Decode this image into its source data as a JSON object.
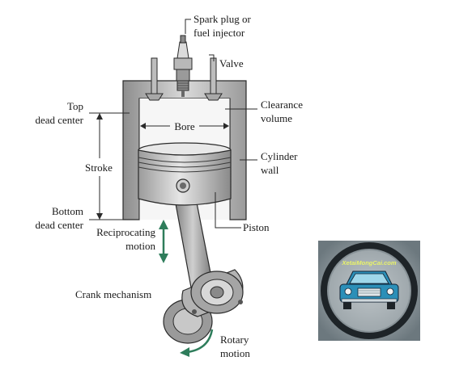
{
  "labels": {
    "spark_plug": [
      "Spark plug or",
      "fuel injector"
    ],
    "valve": "Valve",
    "top_dead_center": [
      "Top",
      "dead center"
    ],
    "clearance_volume": [
      "Clearance",
      "volume"
    ],
    "bore": "Bore",
    "cylinder_wall": [
      "Cylinder",
      "wall"
    ],
    "stroke": "Stroke",
    "bottom_dead_center": [
      "Bottom",
      "dead center"
    ],
    "piston": "Piston",
    "reciprocating_motion": [
      "Reciprocating",
      "motion"
    ],
    "crank_mechanism": "Crank mechanism",
    "rotary_motion": [
      "Rotary",
      "motion"
    ]
  },
  "watermark": {
    "text": "XetaiMongCai.com"
  },
  "colors": {
    "metal_light": "#d4d4d4",
    "metal_mid": "#a9a9a9",
    "metal_dark": "#5f5f5f",
    "outline": "#2a2a2a",
    "arrow_green": "#2e7d5b",
    "logo_bg": "#7d8a91",
    "logo_ring": "#1e2428",
    "car_blue": "#2b8fb8"
  }
}
